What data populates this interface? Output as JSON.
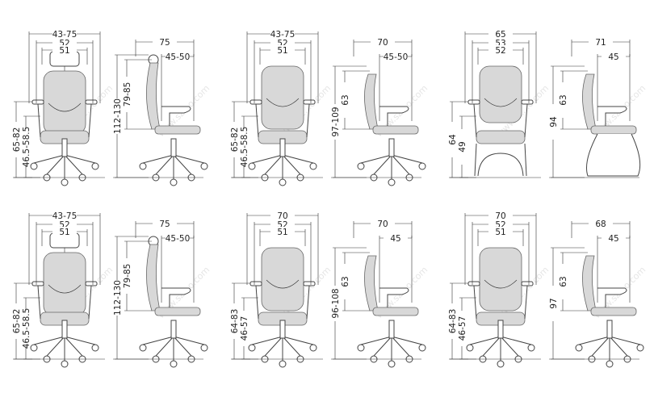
{
  "watermark": "www.sz...o.com",
  "panels": [
    {
      "type": "headrest",
      "front": {
        "overall_width": "43-75",
        "mid_width": "52",
        "inner_width": "51",
        "arm_height": "65-82",
        "seat_height": "46.5-58.5"
      },
      "side": {
        "depth": "75",
        "seat_depth": "45-50",
        "total_height": "112-130",
        "back_height": "79-85"
      }
    },
    {
      "type": "task",
      "front": {
        "overall_width": "43-75",
        "mid_width": "52",
        "inner_width": "51",
        "arm_height": "65-82",
        "seat_height": "46.5-58.5"
      },
      "side": {
        "depth": "70",
        "seat_depth": "45-50",
        "total_height": "97-109",
        "back_height": "63"
      }
    },
    {
      "type": "sled",
      "front": {
        "overall_width": "65",
        "mid_width": "53",
        "inner_width": "52",
        "arm_height": "64",
        "seat_height": "49"
      },
      "side": {
        "depth": "71",
        "seat_depth": "45",
        "total_height": "94",
        "back_height": "63"
      }
    },
    {
      "type": "headrest",
      "front": {
        "overall_width": "43-75",
        "mid_width": "52",
        "inner_width": "51",
        "arm_height": "65-82",
        "seat_height": "46.5-58.5"
      },
      "side": {
        "depth": "75",
        "seat_depth": "45-50",
        "total_height": "112-130",
        "back_height": "79-85"
      }
    },
    {
      "type": "task",
      "front": {
        "overall_width": "70",
        "mid_width": "52",
        "inner_width": "51",
        "arm_height": "64-83",
        "seat_height": "46-57"
      },
      "side": {
        "depth": "70",
        "seat_depth": "45",
        "total_height": "96-108",
        "back_height": "63"
      }
    },
    {
      "type": "task",
      "front": {
        "overall_width": "70",
        "mid_width": "52",
        "inner_width": "51",
        "arm_height": "64-83",
        "seat_height": "46-57"
      },
      "side": {
        "depth": "68",
        "seat_depth": "45",
        "total_height": "97",
        "back_height": "63"
      }
    }
  ]
}
